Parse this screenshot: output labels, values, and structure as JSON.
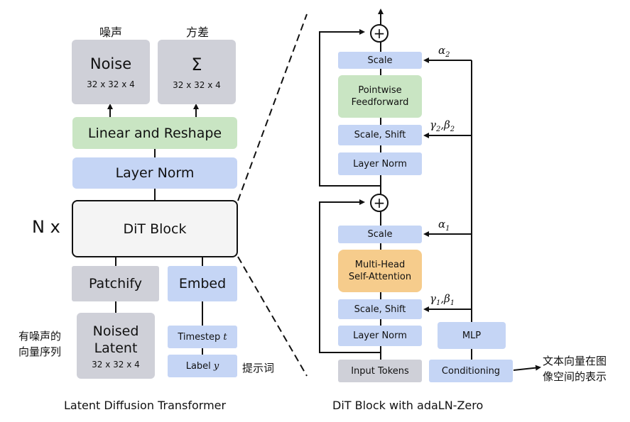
{
  "left": {
    "label_noise_zh": "噪声",
    "label_variance_zh": "方差",
    "noise_title": "Noise",
    "noise_dims": "32 x 32 x 4",
    "sigma_title": "Σ",
    "sigma_dims": "32 x 32 x 4",
    "linear_reshape": "Linear and Reshape",
    "layer_norm": "Layer Norm",
    "n_x": "N x",
    "dit_block": "DiT Block",
    "patchify": "Patchify",
    "embed": "Embed",
    "noised_line1": "Noised",
    "noised_line2": "Latent",
    "noised_dims": "32 x 32 x 4",
    "noised_annot_line1": "有噪声的",
    "noised_annot_line2": "向量序列",
    "timestep": "Timestep",
    "timestep_var": "t",
    "label": "Label",
    "label_var": "y",
    "prompt_annot": "提示词",
    "caption": "Latent Diffusion Transformer"
  },
  "right": {
    "scale_top": "Scale",
    "pointwise_line1": "Pointwise",
    "pointwise_line2": "Feedforward",
    "scale_shift_top": "Scale, Shift",
    "layer_norm_top": "Layer Norm",
    "scale_bottom": "Scale",
    "mha_line1": "Multi-Head",
    "mha_line2": "Self-Attention",
    "scale_shift_bottom": "Scale, Shift",
    "layer_norm_bottom": "Layer Norm",
    "mlp": "MLP",
    "input_tokens": "Input Tokens",
    "conditioning": "Conditioning",
    "alpha2": "α",
    "alpha2_sub": "2",
    "gamma2": "γ",
    "gamma2_sub": "2",
    "beta2": "β",
    "beta2_sub": "2",
    "alpha1": "α",
    "alpha1_sub": "1",
    "gamma1": "γ",
    "gamma1_sub": "1",
    "beta1": "β",
    "beta1_sub": "1",
    "plus_symbol": "+",
    "conditioning_annot_line1": "文本向量在图",
    "conditioning_annot_line2": "像空间的表示",
    "caption": "DiT Block with adaLN-Zero"
  }
}
